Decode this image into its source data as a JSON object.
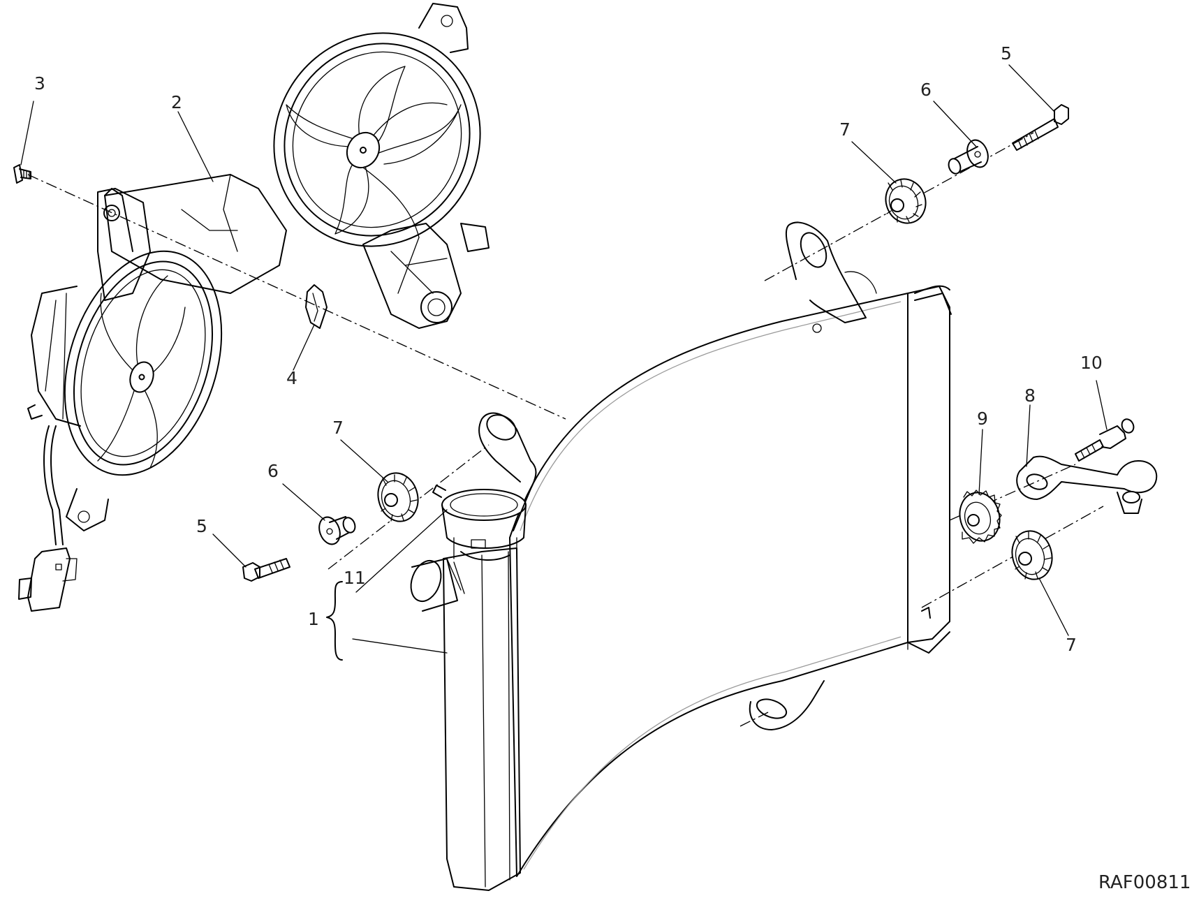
{
  "labels": {
    "l1": "1",
    "l2": "2",
    "l3": "3",
    "l4": "4",
    "l5a": "5",
    "l5b": "5",
    "l6a": "6",
    "l6b": "6",
    "l7a": "7",
    "l7b": "7",
    "l7c": "7",
    "l8": "8",
    "l9": "9",
    "l10": "10",
    "l11": "11"
  },
  "drawing_code": "RAF00811"
}
